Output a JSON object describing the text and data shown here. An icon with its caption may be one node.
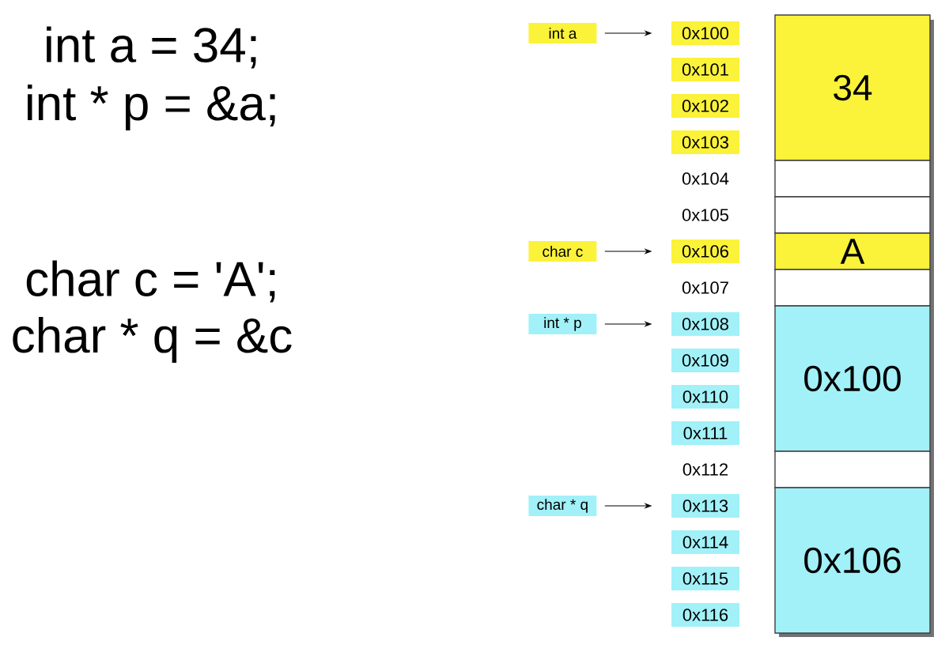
{
  "diagram": {
    "nodes": [
      {
        "text": [
          "int a"
        ]
      },
      {
        "text": [
          "char c"
        ]
      },
      {
        "text": [
          "int * p"
        ]
      },
      {
        "text": [
          "char * q"
        ]
      },
      {
        "text": [
          "0x100"
        ]
      },
      {
        "text": [
          "0x101"
        ]
      },
      {
        "text": [
          "0x102"
        ]
      },
      {
        "text": [
          "0x103"
        ]
      },
      {
        "text": [
          "0x106"
        ]
      },
      {
        "text": [
          "0x108"
        ]
      },
      {
        "text": [
          "0x109"
        ]
      },
      {
        "text": [
          "0x110"
        ]
      },
      {
        "text": [
          "0x111"
        ]
      },
      {
        "text": [
          "0x113"
        ]
      },
      {
        "text": [
          "0x114"
        ]
      },
      {
        "text": [
          "0x115"
        ]
      },
      {
        "text": [
          "0x116"
        ]
      },
      {
        "text": [
          "34"
        ]
      },
      {
        "text": [],
        "shape": "box"
      },
      {
        "text": [],
        "shape": "box"
      },
      {
        "text": [
          "A"
        ]
      },
      {
        "text": [],
        "shape": "box"
      },
      {
        "text": [
          "0x100"
        ]
      },
      {
        "text": [],
        "shape": "box"
      },
      {
        "text": [
          "0x106"
        ]
      }
    ],
    "edges": [
      {
        "from": 0,
        "to": 4,
        "arrow": "to"
      },
      {
        "from": 1,
        "to": 8,
        "arrow": "to"
      },
      {
        "from": 2,
        "to": 9,
        "arrow": "to"
      },
      {
        "from": 3,
        "to": 13,
        "arrow": "to"
      }
    ],
    "labels": [
      "int a = 34;",
      "int * p = &a;",
      "char c = 'A';",
      "char * q = &c",
      "0x104",
      "0x105",
      "0x107",
      "0x112"
    ]
  }
}
